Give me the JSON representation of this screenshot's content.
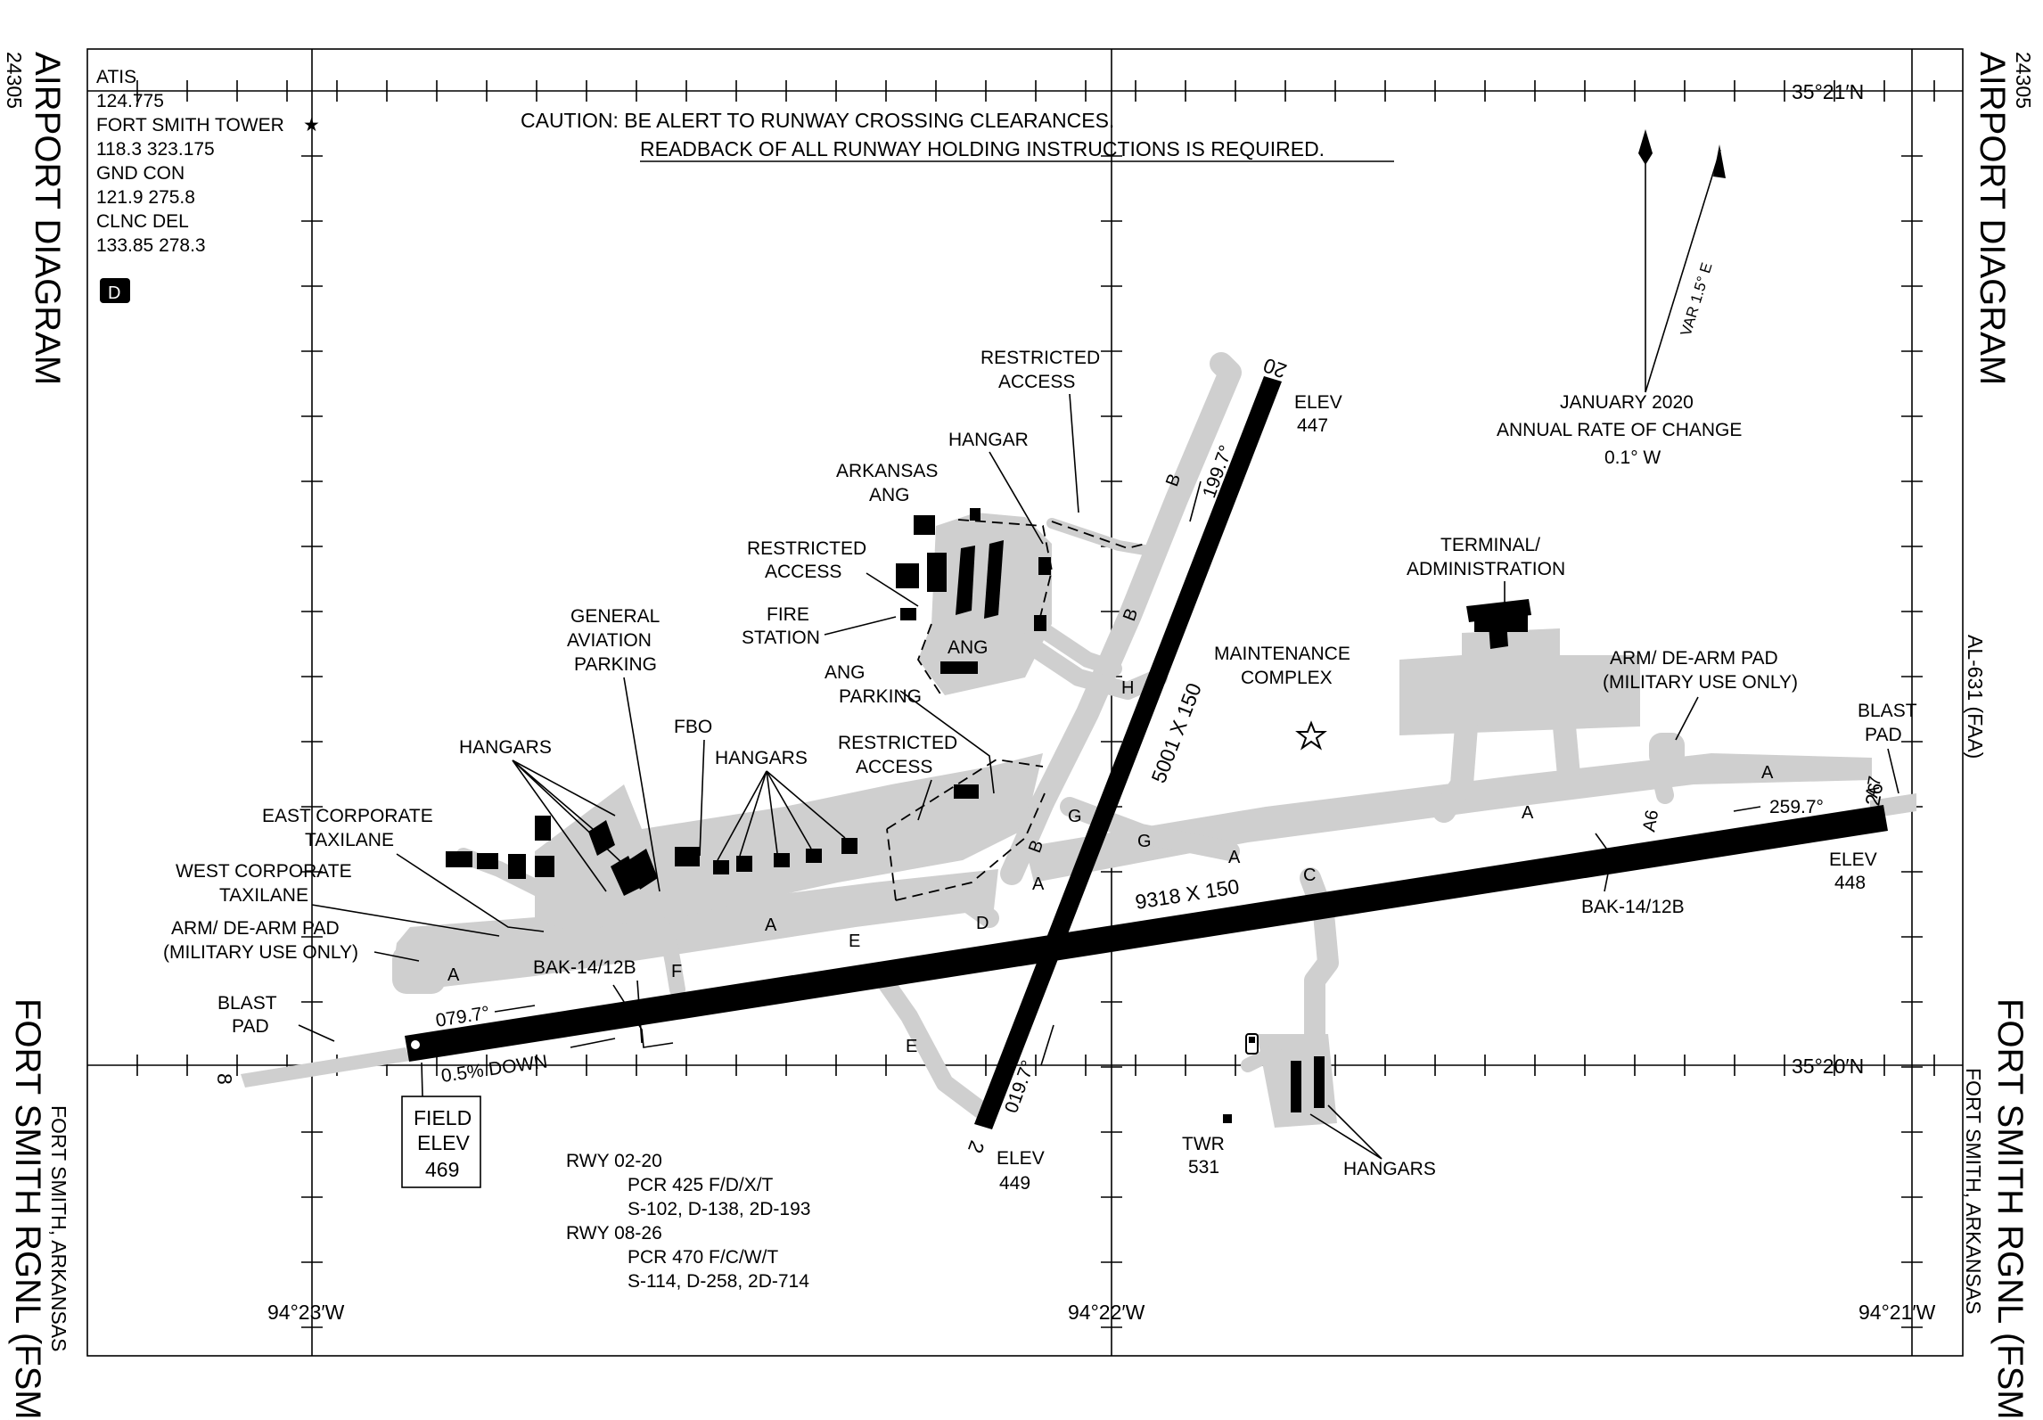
{
  "airport": {
    "diagram_title": "AIRPORT DIAGRAM",
    "volume_id": "24305",
    "name": "FORT SMITH RGNL (FSM)",
    "city_state": "FORT SMITH, ARKANSAS",
    "al_number": "AL-631 (FAA)"
  },
  "frequencies": {
    "atis_label": "ATIS",
    "atis": "124.775",
    "tower_label": "FORT SMITH TOWER",
    "tower_star": "★",
    "tower": "118.3  323.175",
    "gnd_label": "GND CON",
    "gnd": "121.9  275.8",
    "clnc_label": "CLNC DEL",
    "clnc": "133.85  278.3",
    "badge": "D"
  },
  "caution": {
    "line1": "CAUTION: BE ALERT TO RUNWAY CROSSING CLEARANCES.",
    "line2": "READBACK OF ALL RUNWAY HOLDING INSTRUCTIONS IS REQUIRED."
  },
  "grid": {
    "lat_north": "35°21′N",
    "lat_south": "35°20′N",
    "lon_west": "94°23′W",
    "lon_mid": "94°22′W",
    "lon_east": "94°21′W"
  },
  "magnetic": {
    "var": "VAR 1.5° E",
    "date": "JANUARY 2020",
    "rate_label": "ANNUAL RATE OF CHANGE",
    "rate": "0.1° W"
  },
  "runways": {
    "rwy_0826_dims": "9318 X 150",
    "rwy_0220_dims": "5001 X 150",
    "end_8": "8",
    "end_26": "26",
    "end_2": "2",
    "end_20": "20",
    "hdg_8": "079.7°",
    "hdg_26": "259.7°",
    "hdg_2": "019.7°",
    "hdg_20": "199.7°",
    "elev_label": "ELEV",
    "elev_20": "447",
    "elev_26": "448",
    "elev_2": "449",
    "slope": "0.5% DOWN",
    "field_elev_l1": "FIELD",
    "field_elev_l2": "ELEV",
    "field_elev": "469",
    "arrest_w": "BAK-14/12B",
    "arrest_e": "BAK-14/12B"
  },
  "taxiways": {
    "A": "A",
    "B": "B",
    "C": "C",
    "D": "D",
    "E": "E",
    "F": "F",
    "G": "G",
    "H": "H",
    "A6": "A6",
    "A7": "A7"
  },
  "labels": {
    "restricted_access_1a": "RESTRICTED",
    "restricted_access_1b": "ACCESS",
    "hangar": "HANGAR",
    "arkansas_ang_a": "ARKANSAS",
    "arkansas_ang_b": "ANG",
    "restricted_access_2a": "RESTRICTED",
    "restricted_access_2b": "ACCESS",
    "fire_station_a": "FIRE",
    "fire_station_b": "STATION",
    "ang": "ANG",
    "ang_parking_a": "ANG",
    "ang_parking_b": "PARKING",
    "ga_parking_a": "GENERAL",
    "ga_parking_b": "AVIATION",
    "ga_parking_c": "PARKING",
    "fbo": "FBO",
    "hangars_w": "HANGARS",
    "hangars_mid": "HANGARS",
    "restricted_access_3a": "RESTRICTED",
    "restricted_access_3b": "ACCESS",
    "east_corp_a": "EAST CORPORATE",
    "east_corp_b": "TAXILANE",
    "west_corp_a": "WEST CORPORATE",
    "west_corp_b": "TAXILANE",
    "armdearm_w_a": "ARM/ DE-ARM PAD",
    "armdearm_w_b": "(MILITARY USE ONLY)",
    "blast_pad_w_a": "BLAST",
    "blast_pad_w_b": "PAD",
    "terminal_a": "TERMINAL/",
    "terminal_b": "ADMINISTRATION",
    "maint_a": "MAINTENANCE",
    "maint_b": "COMPLEX",
    "armdearm_e_a": "ARM/ DE-ARM PAD",
    "armdearm_e_b": "(MILITARY USE ONLY)",
    "blast_pad_e_a": "BLAST",
    "blast_pad_e_b": "PAD",
    "twr": "TWR",
    "twr_elev": "531",
    "hangars_s": "HANGARS"
  },
  "pcr": {
    "rwy1_label": "RWY  02-20",
    "rwy1_pcr": "PCR 425 F/D/X/T",
    "rwy1_wt": "S-102, D-138, 2D-193",
    "rwy2_label": "RWY  08-26",
    "rwy2_pcr": "PCR 470 F/C/W/T",
    "rwy2_wt": "S-114, D-258, 2D-714"
  }
}
